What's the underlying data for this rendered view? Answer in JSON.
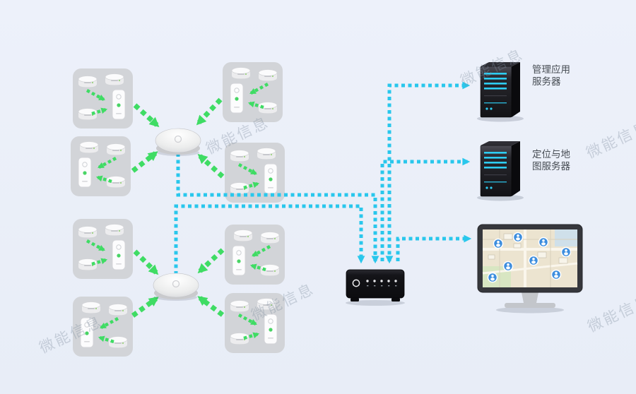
{
  "diagram": {
    "type": "network-topology",
    "watermark": {
      "text": "微能信息"
    },
    "palette": {
      "background": "#eaeff8",
      "group_tile": "#d2d4d8",
      "beacon_link_green": "#3fdc64",
      "data_link_cyan": "#29c7ec",
      "server_body": "#17171b",
      "server_stripe_cyan": "#2ecdf2",
      "map_marker_blue": "#3e8ede"
    },
    "labels": {
      "server_management_line1": "管理应用",
      "server_management_line2": "服务器",
      "server_map_line1": "定位与地",
      "server_map_line2": "图服务器"
    },
    "icons": [
      "beacon-icon",
      "tag-icon",
      "ap-gateway-icon",
      "network-switch-icon",
      "server-tower-icon",
      "monitor-map-icon",
      "person-marker-icon",
      "arrow-icon"
    ],
    "structure": {
      "beacon_group_count": 8,
      "gateway_count": 2,
      "server_count": 2,
      "switch_count": 1,
      "monitor_count": 1
    }
  }
}
